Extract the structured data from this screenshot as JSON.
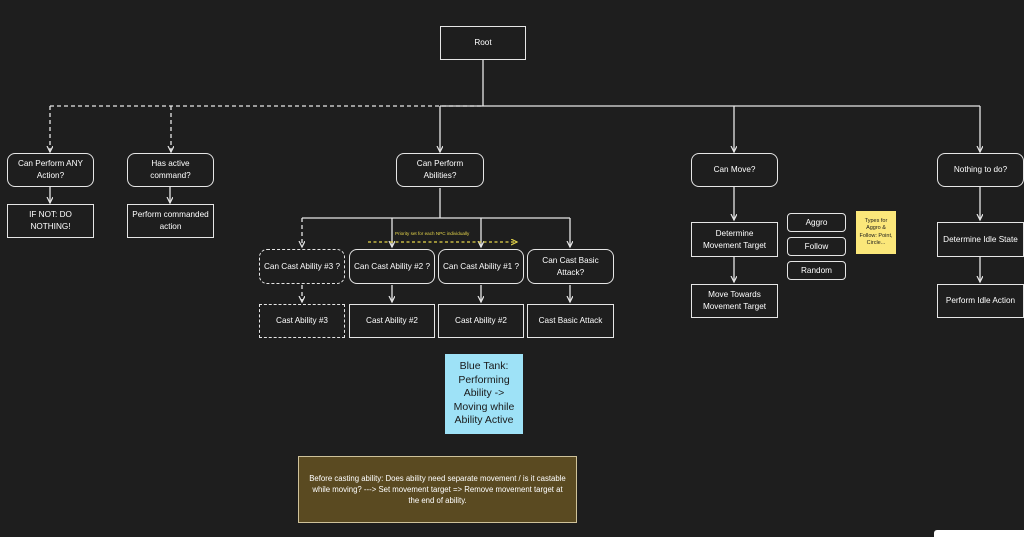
{
  "diagram": {
    "root": "Root",
    "branches": {
      "can_perform_any": "Can Perform ANY Action?",
      "if_not": "IF NOT: DO NOTHING!",
      "has_active_command": "Has active command?",
      "perform_commanded": "Perform commanded action",
      "can_perform_abilities": "Can Perform Abilities?",
      "can_move": "Can Move?",
      "nothing_to_do": "Nothing to do?"
    },
    "abilities": [
      {
        "check": "Can Cast Ability #3 ?",
        "cast": "Cast Ability #3",
        "dashed": true
      },
      {
        "check": "Can Cast Ability #2 ?",
        "cast": "Cast Ability #2",
        "dashed": false
      },
      {
        "check": "Can Cast Ability #1 ?",
        "cast": "Cast Ability #2",
        "dashed": false
      },
      {
        "check": "Can Cast Basic Attack?",
        "cast": "Cast Basic Attack",
        "dashed": false
      }
    ],
    "priority_label": "Priority set for each NPC individually",
    "movement": {
      "determine_target": "Determine Movement Target",
      "move_towards": "Move Towards Movement Target",
      "types": [
        "Aggro",
        "Follow",
        "Random"
      ],
      "types_note": "Types for Aggro & Follow: Point, Circle..."
    },
    "idle": {
      "determine_state": "Determine Idle State",
      "perform_action": "Perform Idle Action"
    },
    "blue_note": "Blue Tank: Performing Ability -> Moving while Ability Active",
    "ability_note": "Before casting ability: Does ability need separate movement / is it castable while moving? ---> Set movement target => Remove movement target at the end of ability.",
    "colors": {
      "background": "#1e1e1e",
      "lines": "#e6e6e6",
      "blue_sticky": "#9ee2f7",
      "yellow_sticky": "#fbe77a",
      "note_fill": "#5a4a21",
      "priority_arrow": "#e4d44a"
    }
  }
}
